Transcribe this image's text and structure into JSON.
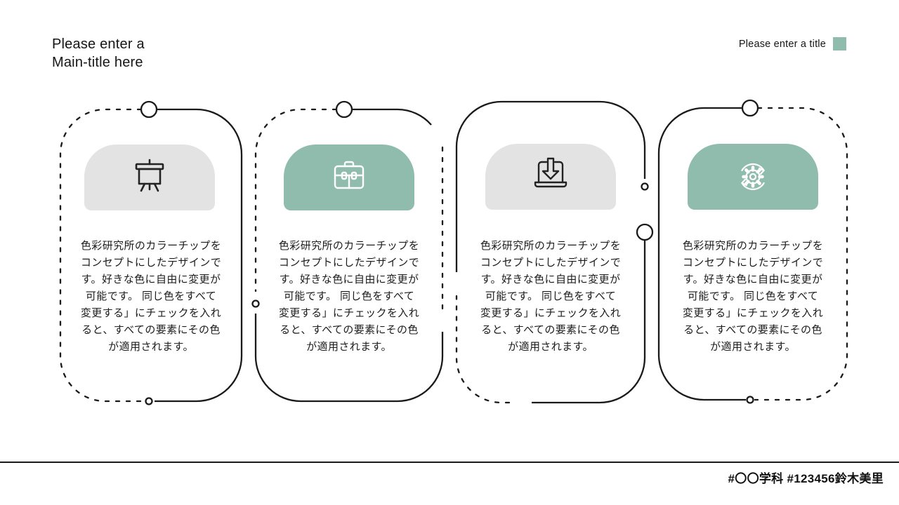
{
  "colors": {
    "accent_green": "#8fbcad",
    "plate_gray": "#e3e3e4",
    "line_black": "#1a1a1a",
    "icon_white": "#ffffff",
    "icon_dark": "#232323"
  },
  "header": {
    "main_title": "Please enter a\nMain-title here",
    "right_title": "Please enter a title"
  },
  "cards": [
    {
      "icon": "presentation-board-icon",
      "plate": "gray",
      "body": "色彩研究所のカラーチップを\nコンセプトにしたデザインで\nす。好きな色に自由に変更が\n可能です。 同じ色をすべて\n変更する」にチェックを入れ\nると、すべての要素にその色\nが適用されます。"
    },
    {
      "icon": "briefcase-icon",
      "plate": "green",
      "body": "色彩研究所のカラーチップを\nコンセプトにしたデザインで\nす。好きな色に自由に変更が\n可能です。 同じ色をすべて\n変更する」にチェックを入れ\nると、すべての要素にその色\nが適用されます。"
    },
    {
      "icon": "laptop-download-icon",
      "plate": "gray",
      "body": "色彩研究所のカラーチップを\nコンセプトにしたデザインで\nす。好きな色に自由に変更が\n可能です。 同じ色をすべて\n変更する」にチェックを入れ\nると、すべての要素にその色\nが適用されます。"
    },
    {
      "icon": "gear-sync-icon",
      "plate": "green",
      "body": "色彩研究所のカラーチップを\nコンセプトにしたデザインで\nす。好きな色に自由に変更が\n可能です。 同じ色をすべて\n変更する」にチェックを入れ\nると、すべての要素にその色\nが適用されます。"
    }
  ],
  "footer": {
    "credit": "#〇〇学科 #123456鈴木美里"
  }
}
